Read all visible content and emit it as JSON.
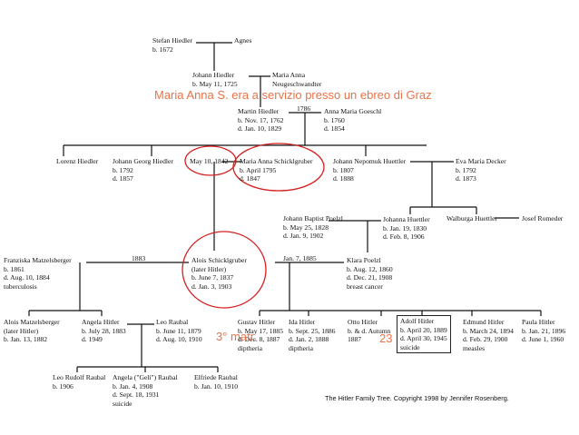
{
  "persons": {
    "stefan": {
      "name": "Stefan Hiedler",
      "lines": [
        "b. 1672"
      ]
    },
    "agnes": {
      "name": "Agnes",
      "lines": []
    },
    "johann_hiedler": {
      "name": "Johann Hiedler",
      "lines": [
        "b. May 11, 1725"
      ]
    },
    "maria_anna_n": {
      "name": "Maria Anna",
      "lines": [
        "Neugeschwandter"
      ]
    },
    "martin": {
      "name": "Martin Hiedler",
      "lines": [
        "b. Nov. 17, 1762",
        "d. Jan. 10, 1829"
      ]
    },
    "anna_goeschl": {
      "name": "Anna Maria Goeschl",
      "lines": [
        "b. 1760",
        "d. 1854"
      ]
    },
    "lorenz": {
      "name": "Lorenz Hiedler",
      "lines": []
    },
    "johann_georg": {
      "name": "Johann Georg Hiedler",
      "lines": [
        "b. 1792",
        "d. 1857"
      ]
    },
    "maria_schicklgruber": {
      "name": "Maria Anna Schicklgruber",
      "lines": [
        "b. April 1795",
        "d. 1847"
      ]
    },
    "johann_nepomuk": {
      "name": "Johann Nepomuk Huettler",
      "lines": [
        "b. 1807",
        "d. 1888"
      ]
    },
    "eva_decker": {
      "name": "Eva Maria Decker",
      "lines": [
        "b. 1792",
        "d. 1873"
      ]
    },
    "johann_poelzl": {
      "name": "Johann Baptist Poelzl",
      "lines": [
        "b. May 25, 1828",
        "d. Jan. 9, 1902"
      ]
    },
    "johanna_huettler": {
      "name": "Johanna Huettler",
      "lines": [
        "b. Jan. 19, 1830",
        "d. Feb. 8, 1906"
      ]
    },
    "walburga": {
      "name": "Walburga Huettler",
      "lines": []
    },
    "josef": {
      "name": "Josef Romeder",
      "lines": []
    },
    "franziska": {
      "name": "Franziska Matzelsberger",
      "lines": [
        "b. 1861",
        "d. Aug. 10, 1884",
        "tuberculosis"
      ]
    },
    "alois": {
      "name": "Alois Schicklgruber",
      "lines": [
        "(later Hitler)",
        "b. June 7, 1837",
        "d. Jan. 3, 1903"
      ]
    },
    "klara": {
      "name": "Klara Poelzl",
      "lines": [
        "b. Aug. 12, 1860",
        "d. Dec. 21, 1908",
        "breast cancer"
      ]
    },
    "alois_jr": {
      "name": "Alois Matzelsberger",
      "lines": [
        "(later Hitler)",
        "b. Jan. 13, 1882"
      ]
    },
    "angela": {
      "name": "Angela Hitler",
      "lines": [
        "b. July 28, 1883",
        "d. 1949"
      ]
    },
    "leo": {
      "name": "Leo Raubal",
      "lines": [
        "b. June 11, 1879",
        "d. Aug. 10, 1910"
      ]
    },
    "gustav": {
      "name": "Gustav Hitler",
      "lines": [
        "b. May 17, 1885",
        "d. Dec. 8, 1887",
        "diptheria"
      ]
    },
    "ida": {
      "name": "Ida Hitler",
      "lines": [
        "b. Sept. 25, 1886",
        "d. Jan. 2, 1888",
        "diptheria"
      ]
    },
    "otto": {
      "name": "Otto Hitler",
      "lines": [
        "b. & d. Autumn",
        "1887"
      ]
    },
    "adolf": {
      "name": "Adolf Hitler",
      "lines": [
        "b. April 20, 1889",
        "d. April 30, 1945",
        "suicide"
      ]
    },
    "edmund": {
      "name": "Edmund Hitler",
      "lines": [
        "b. March 24, 1894",
        "d. Feb. 29, 1900",
        "measles"
      ]
    },
    "paula": {
      "name": "Paula Hitler",
      "lines": [
        "b. Jan. 21, 1896",
        "d. June 1, 1960"
      ]
    },
    "leo_rudolf": {
      "name": "Leo Rudolf Raubal",
      "lines": [
        "b. 1906"
      ]
    },
    "geli": {
      "name": "Angela (\"Geli\") Raubal",
      "lines": [
        "b. Jan. 4, 1908",
        "d. Sept. 18, 1931",
        "suicide"
      ]
    },
    "elfriede": {
      "name": "Elfriede Raubal",
      "lines": [
        "b. Jan. 10, 1910"
      ]
    }
  },
  "marriages": {
    "martin_anna": "1786",
    "georg_maria": "May 10, 1842",
    "alois_franziska": "1883",
    "alois_klara": "Jan. 7, 1885"
  },
  "caption": "The Hitler Family Tree.  Copyright 1998 by Jennifer Rosenberg.",
  "annotations": {
    "note": "Maria Anna S. era a servizio presso un ebreo di Graz",
    "third_marriage": "3° matr.",
    "age_23": "23"
  },
  "colors": {
    "annotation": "#e8734a",
    "circle": "#d42020",
    "ink": "#111111"
  }
}
